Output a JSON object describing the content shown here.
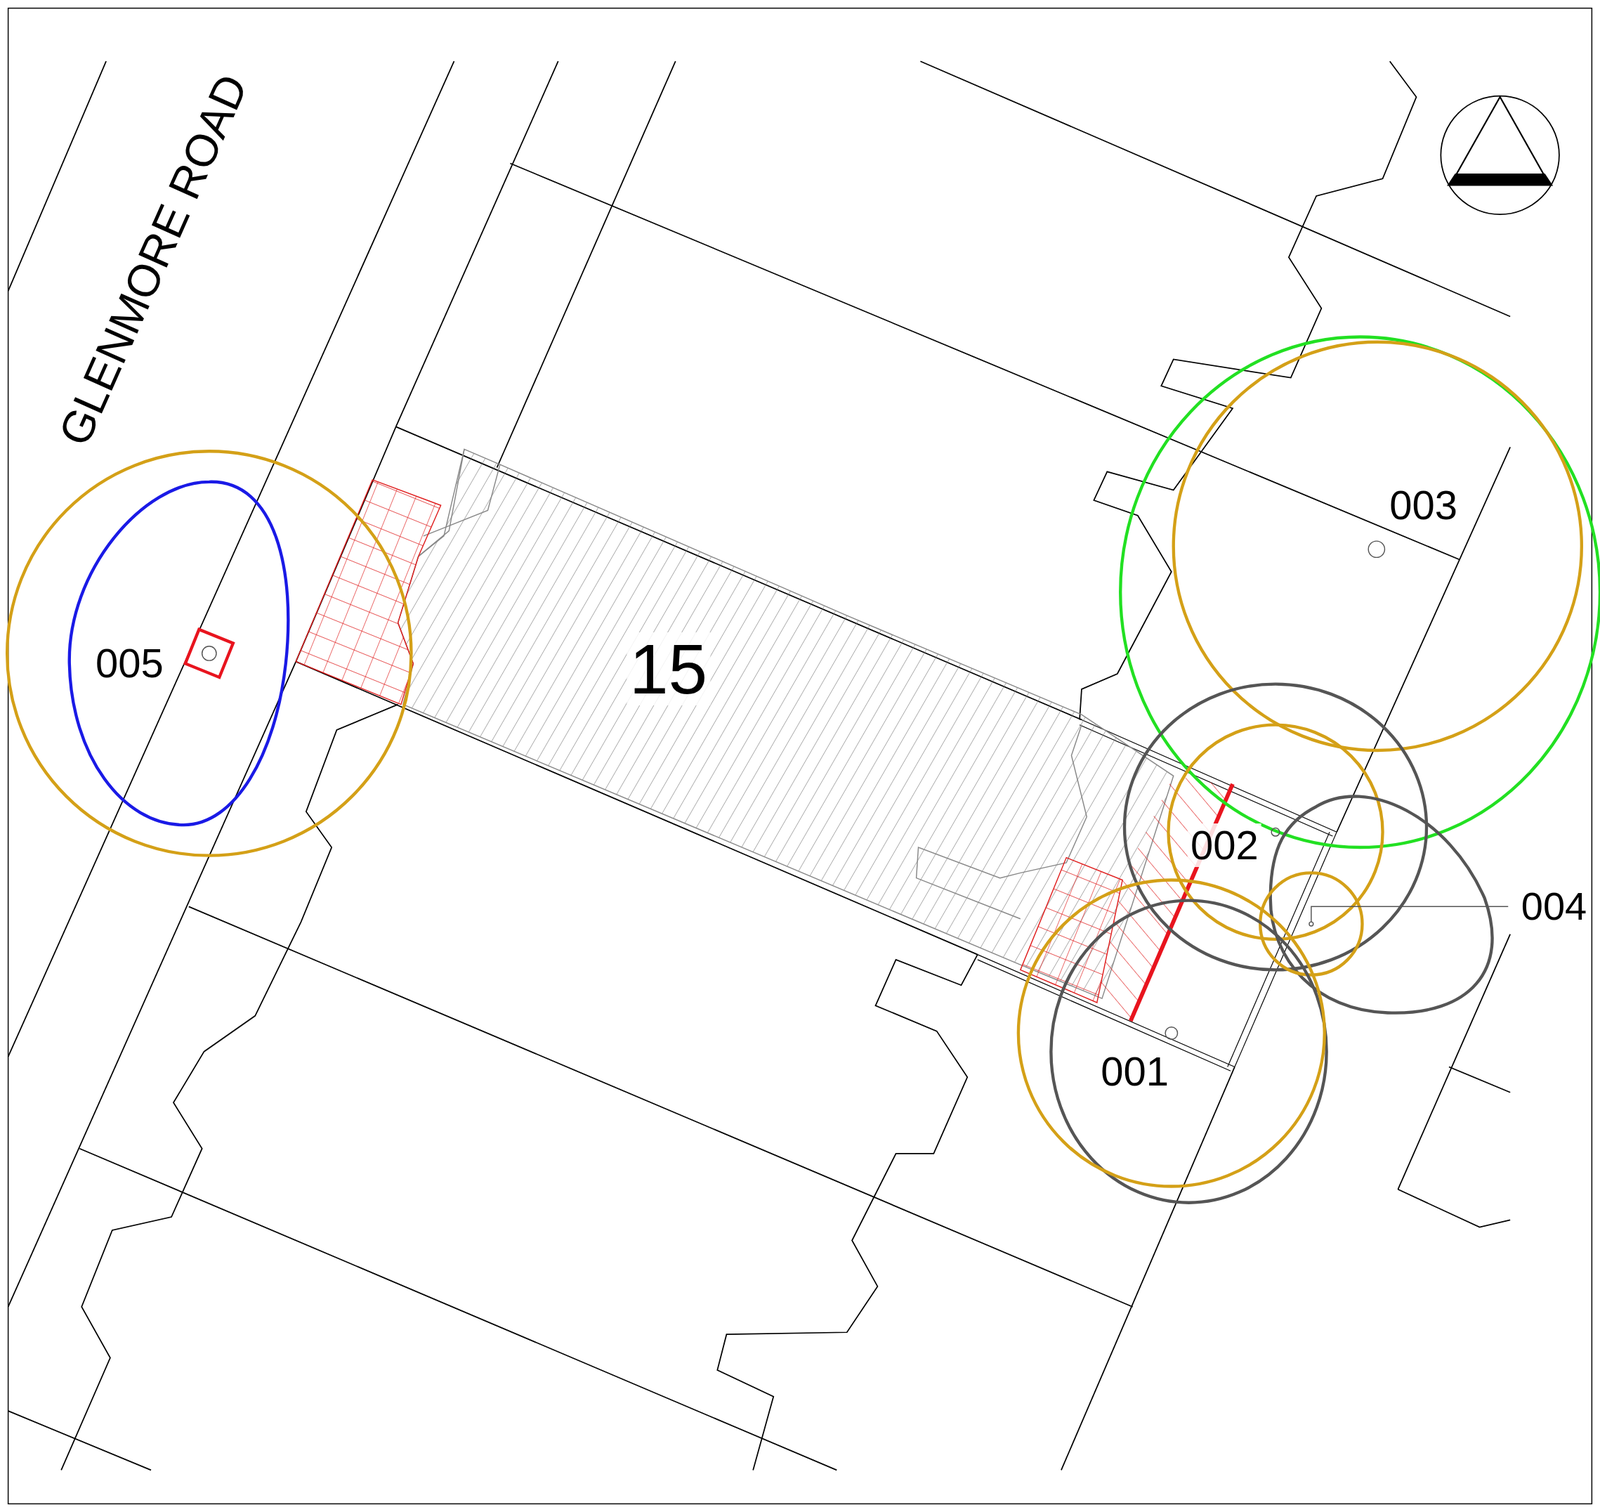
{
  "diagram": {
    "labels": [
      "GLENMORE ROAD",
      "15",
      "005",
      "003",
      "002",
      "004",
      "001"
    ]
  }
}
